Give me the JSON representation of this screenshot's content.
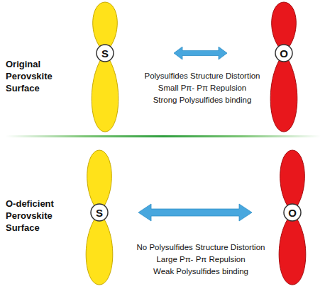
{
  "diagram": {
    "nodes": [
      {
        "text": [
          "S"
        ]
      },
      {
        "text": [
          "O"
        ]
      },
      {
        "text": [
          "S"
        ]
      },
      {
        "text": [
          "O"
        ]
      }
    ],
    "edges": [
      {
        "from": 0,
        "to": 1,
        "arrow": "both"
      },
      {
        "from": 2,
        "to": 3,
        "arrow": "both"
      }
    ],
    "labels": [
      "Original Perovskite Surface",
      "Polysulfides Structure Distortion",
      "Small Pπ- Pπ Repulsion",
      "Strong Polysulfides binding",
      "O-deficient Perovskite Surface",
      "No Polysulfides Structure Distortion",
      "Large Pπ- Pπ Repulsion",
      "Weak Polysulfides binding"
    ]
  }
}
